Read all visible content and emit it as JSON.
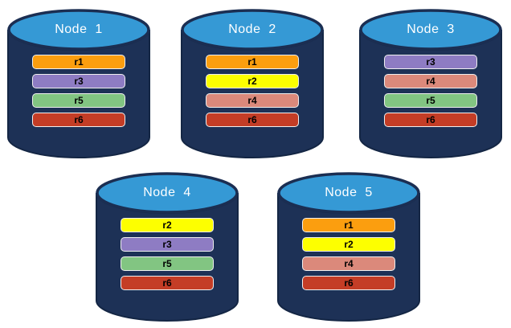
{
  "diagram": {
    "description": "Five database nodes showing replica placement of ranges r1-r6",
    "background_color": "#ffffff",
    "nodes": [
      {
        "title": "Node  1",
        "replicas": [
          "r1",
          "r3",
          "r5",
          "r6"
        ]
      },
      {
        "title": "Node  2",
        "replicas": [
          "r1",
          "r2",
          "r4",
          "r6"
        ]
      },
      {
        "title": "Node  3",
        "replicas": [
          "r3",
          "r4",
          "r5",
          "r6"
        ]
      },
      {
        "title": "Node  4",
        "replicas": [
          "r2",
          "r3",
          "r5",
          "r6"
        ]
      },
      {
        "title": "Node  5",
        "replicas": [
          "r1",
          "r2",
          "r4",
          "r6"
        ]
      }
    ],
    "replica_colors": {
      "r1": "#FB9E0F",
      "r2": "#FDFF00",
      "r3": "#8E7CC3",
      "r4": "#DB897B",
      "r5": "#82C582",
      "r6": "#C43D26"
    },
    "cylinder_colors": {
      "body_fill": "#1D3156",
      "body_edge": "#142644",
      "top_fill": "#3599D5",
      "top_edge": "#1B2E52"
    },
    "text_colors": {
      "node_title": "#ffffff",
      "replica_label": "#000000"
    }
  }
}
